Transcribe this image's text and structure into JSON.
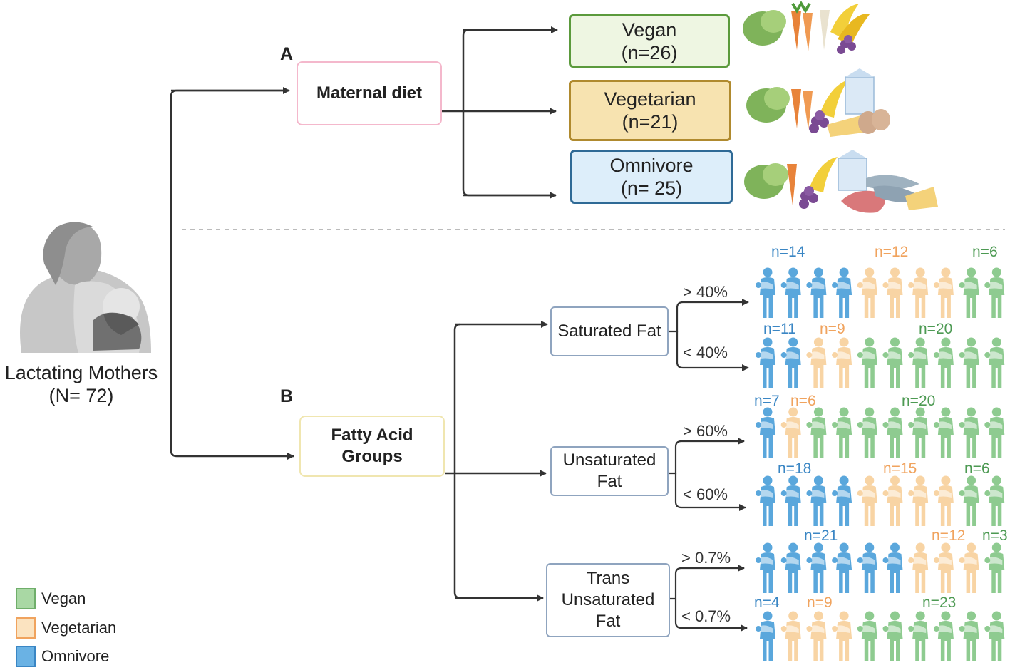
{
  "mother": {
    "label_line1": "Lactating Mothers",
    "label_line2": "(N= 72)"
  },
  "section_a": {
    "letter": "A",
    "group_label": "Maternal diet",
    "diets": [
      {
        "line1": "Vegan",
        "line2": "(n=26)"
      },
      {
        "line1": "Vegetarian",
        "line2": "(n=21)"
      },
      {
        "line1": "Omnivore",
        "line2": "(n= 25)"
      }
    ]
  },
  "section_b": {
    "letter": "B",
    "group_line1": "Fatty Acid",
    "group_line2": "Groups",
    "fats": [
      {
        "lines": [
          "Saturated Fat"
        ],
        "high": "> 40%",
        "low": "< 40%"
      },
      {
        "lines": [
          "Unsaturated",
          "Fat"
        ],
        "high": "> 60%",
        "low": "< 60%"
      },
      {
        "lines": [
          "Trans",
          "Unsaturated",
          "Fat"
        ],
        "high": "> 0.7%",
        "low": "< 0.7%"
      }
    ]
  },
  "pictogram_rows": [
    {
      "labels": [
        "n=14",
        "n=12",
        "n=6"
      ],
      "sequence": [
        "omnivore",
        "omnivore",
        "omnivore",
        "omnivore",
        "vegetarian",
        "vegetarian",
        "vegetarian",
        "vegetarian",
        "vegan",
        "vegan"
      ]
    },
    {
      "labels": [
        "n=11",
        "n=9",
        "n=20"
      ],
      "sequence": [
        "omnivore",
        "omnivore",
        "vegetarian",
        "vegetarian",
        "vegan",
        "vegan",
        "vegan",
        "vegan",
        "vegan",
        "vegan"
      ]
    },
    {
      "labels": [
        "n=7",
        "n=6",
        "n=20"
      ],
      "sequence": [
        "omnivore",
        "vegetarian",
        "vegan",
        "vegan",
        "vegan",
        "vegan",
        "vegan",
        "vegan",
        "vegan",
        "vegan"
      ]
    },
    {
      "labels": [
        "n=18",
        "n=15",
        "n=6"
      ],
      "sequence": [
        "omnivore",
        "omnivore",
        "omnivore",
        "omnivore",
        "vegetarian",
        "vegetarian",
        "vegetarian",
        "vegetarian",
        "vegan",
        "vegan"
      ]
    },
    {
      "labels": [
        "n=21",
        "n=12",
        "n=3"
      ],
      "sequence": [
        "omnivore",
        "omnivore",
        "omnivore",
        "omnivore",
        "omnivore",
        "omnivore",
        "vegetarian",
        "vegetarian",
        "vegetarian",
        "vegan"
      ]
    },
    {
      "labels": [
        "n=4",
        "n=9",
        "n=23"
      ],
      "sequence": [
        "omnivore",
        "vegetarian",
        "vegetarian",
        "vegetarian",
        "vegan",
        "vegan",
        "vegan",
        "vegan",
        "vegan",
        "vegan"
      ]
    }
  ],
  "legend": [
    {
      "key": "vegan",
      "label": "Vegan"
    },
    {
      "key": "vegetarian",
      "label": "Vegetarian"
    },
    {
      "key": "omnivore",
      "label": "Omnivore"
    }
  ],
  "colors": {
    "vegan": "#8ecb90",
    "vegan_text": "#4d9a53",
    "vegetarian": "#f8d4a4",
    "vegetarian_text": "#f0a35e",
    "omnivore": "#5aa7dc",
    "omnivore_text": "#3a86c4",
    "vegan_box_border": "#5b9a3c",
    "vegan_box_fill": "#eef6e2",
    "vegetarian_box_border": "#b08a2e",
    "vegetarian_box_fill": "#f7e3b0",
    "omnivore_box_border": "#2f6a96",
    "omnivore_box_fill": "#ddeefa",
    "diet_group_border": "#f4b8cc",
    "fatty_group_border": "#f0e6b0",
    "fat_box_border": "#8fa4bf",
    "arrow": "#333333",
    "divider": "#bbbbbb"
  },
  "icons": {
    "mother": "breastfeeding-mother-icon",
    "person": "person-holding-baby-icon",
    "vegan_food": "vegetables-fruit-icon",
    "vegetarian_food": "vegetables-dairy-eggs-icon",
    "omnivore_food": "vegetables-dairy-meat-fish-icon"
  }
}
